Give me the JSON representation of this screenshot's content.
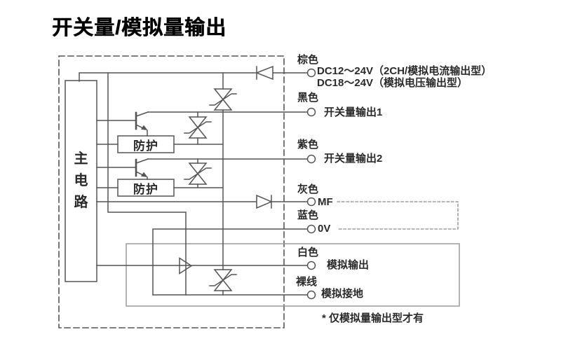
{
  "title": "开关量/模拟量输出",
  "diagram": {
    "main_circuit_label": "主电路",
    "protection_label_1": "防护",
    "protection_label_2": "防护",
    "terminals": [
      {
        "wire_color": "棕色",
        "label": "DC12～24V（2CH/模拟电流输出型）",
        "label2": "DC18～24V（模拟电压输出型）"
      },
      {
        "wire_color": "黑色",
        "label": "开关量输出1"
      },
      {
        "wire_color": "紫色",
        "label": "开关量输出2"
      },
      {
        "wire_color": "灰色",
        "label": "MF"
      },
      {
        "wire_color": "蓝色",
        "label": "0V"
      },
      {
        "wire_color": "白色",
        "label": "模拟输出"
      },
      {
        "wire_color": "裸线",
        "label": "模拟接地"
      }
    ],
    "footnote": "* 仅模拟量输出型才有",
    "colors": {
      "line": "#545454",
      "analog_box": "#9a9a9a",
      "text": "#2a2a2a"
    }
  }
}
